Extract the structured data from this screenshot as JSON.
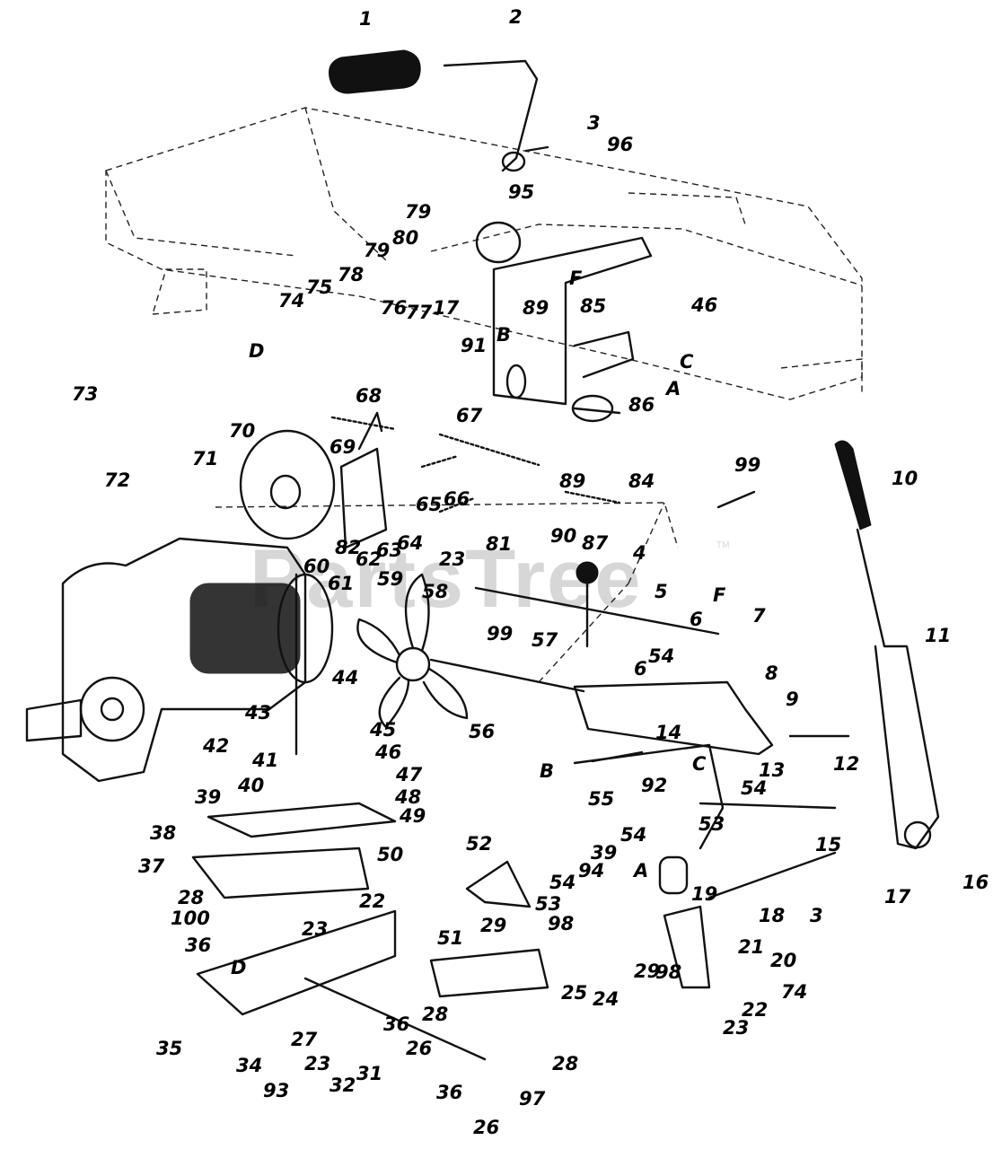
{
  "watermark": {
    "text": "PartsTree",
    "trademark": "TM"
  },
  "callouts": [
    {
      "id": "c1",
      "text": "1"
    },
    {
      "id": "c2",
      "text": "2"
    },
    {
      "id": "c3a",
      "text": "3"
    },
    {
      "id": "c96",
      "text": "96"
    },
    {
      "id": "c79a",
      "text": "79"
    },
    {
      "id": "c80",
      "text": "80"
    },
    {
      "id": "c79b",
      "text": "79"
    },
    {
      "id": "c78",
      "text": "78"
    },
    {
      "id": "c95",
      "text": "95"
    },
    {
      "id": "c46a",
      "text": "46"
    },
    {
      "id": "c74a",
      "text": "74"
    },
    {
      "id": "c75",
      "text": "75"
    },
    {
      "id": "cDa",
      "text": "D"
    },
    {
      "id": "c76",
      "text": "76"
    },
    {
      "id": "c77",
      "text": "77"
    },
    {
      "id": "c17a",
      "text": "17"
    },
    {
      "id": "cBa",
      "text": "B"
    },
    {
      "id": "c89a",
      "text": "89"
    },
    {
      "id": "c85",
      "text": "85"
    },
    {
      "id": "c91",
      "text": "91"
    },
    {
      "id": "cCa",
      "text": "C"
    },
    {
      "id": "cAa",
      "text": "A"
    },
    {
      "id": "c86",
      "text": "86"
    },
    {
      "id": "cFa",
      "text": "F"
    },
    {
      "id": "c73",
      "text": "73"
    },
    {
      "id": "c68",
      "text": "68"
    },
    {
      "id": "c67",
      "text": "67"
    },
    {
      "id": "c84",
      "text": "84"
    },
    {
      "id": "c70",
      "text": "70"
    },
    {
      "id": "c69",
      "text": "69"
    },
    {
      "id": "c71",
      "text": "71"
    },
    {
      "id": "c72",
      "text": "72"
    },
    {
      "id": "c99a",
      "text": "99"
    },
    {
      "id": "c10",
      "text": "10"
    },
    {
      "id": "c65",
      "text": "65"
    },
    {
      "id": "c66",
      "text": "66"
    },
    {
      "id": "c89b",
      "text": "89"
    },
    {
      "id": "c90",
      "text": "90"
    },
    {
      "id": "c87",
      "text": "87"
    },
    {
      "id": "c82",
      "text": "82"
    },
    {
      "id": "c62",
      "text": "62"
    },
    {
      "id": "c63",
      "text": "63"
    },
    {
      "id": "c64",
      "text": "64"
    },
    {
      "id": "c23a",
      "text": "23"
    },
    {
      "id": "c81",
      "text": "81"
    },
    {
      "id": "c4",
      "text": "4"
    },
    {
      "id": "c60",
      "text": "60"
    },
    {
      "id": "c61",
      "text": "61"
    },
    {
      "id": "c59",
      "text": "59"
    },
    {
      "id": "c58",
      "text": "58"
    },
    {
      "id": "c5",
      "text": "5"
    },
    {
      "id": "cFb",
      "text": "F"
    },
    {
      "id": "c99b",
      "text": "99"
    },
    {
      "id": "c57",
      "text": "57"
    },
    {
      "id": "c6a",
      "text": "6"
    },
    {
      "id": "c7",
      "text": "7"
    },
    {
      "id": "c11",
      "text": "11"
    },
    {
      "id": "c54a",
      "text": "54"
    },
    {
      "id": "c6b",
      "text": "6"
    },
    {
      "id": "c8",
      "text": "8"
    },
    {
      "id": "c44",
      "text": "44"
    },
    {
      "id": "c56",
      "text": "56"
    },
    {
      "id": "c9",
      "text": "9"
    },
    {
      "id": "c43",
      "text": "43"
    },
    {
      "id": "c45",
      "text": "45"
    },
    {
      "id": "c14",
      "text": "14"
    },
    {
      "id": "c42",
      "text": "42"
    },
    {
      "id": "c46b",
      "text": "46"
    },
    {
      "id": "c12",
      "text": "12"
    },
    {
      "id": "c41",
      "text": "41"
    },
    {
      "id": "c47",
      "text": "47"
    },
    {
      "id": "cBb",
      "text": "B"
    },
    {
      "id": "cCb",
      "text": "C"
    },
    {
      "id": "c13",
      "text": "13"
    },
    {
      "id": "c40",
      "text": "40"
    },
    {
      "id": "c39a",
      "text": "39"
    },
    {
      "id": "c48",
      "text": "48"
    },
    {
      "id": "c92",
      "text": "92"
    },
    {
      "id": "c55",
      "text": "55"
    },
    {
      "id": "c54b",
      "text": "54"
    },
    {
      "id": "c49",
      "text": "49"
    },
    {
      "id": "c38",
      "text": "38"
    },
    {
      "id": "c53a",
      "text": "53"
    },
    {
      "id": "c54c",
      "text": "54"
    },
    {
      "id": "c15",
      "text": "15"
    },
    {
      "id": "c50",
      "text": "50"
    },
    {
      "id": "c52",
      "text": "52"
    },
    {
      "id": "c37",
      "text": "37"
    },
    {
      "id": "c39b",
      "text": "39"
    },
    {
      "id": "c94",
      "text": "94"
    },
    {
      "id": "c54d",
      "text": "54"
    },
    {
      "id": "cAb",
      "text": "A"
    },
    {
      "id": "c19",
      "text": "19"
    },
    {
      "id": "c18",
      "text": "18"
    },
    {
      "id": "c3b",
      "text": "3"
    },
    {
      "id": "c17b",
      "text": "17"
    },
    {
      "id": "c16",
      "text": "16"
    },
    {
      "id": "c28a",
      "text": "28"
    },
    {
      "id": "c22a",
      "text": "22"
    },
    {
      "id": "c53b",
      "text": "53"
    },
    {
      "id": "c100",
      "text": "100"
    },
    {
      "id": "c23b",
      "text": "23"
    },
    {
      "id": "c29a",
      "text": "29"
    },
    {
      "id": "c98a",
      "text": "98"
    },
    {
      "id": "c20",
      "text": "20"
    },
    {
      "id": "c36a",
      "text": "36"
    },
    {
      "id": "c51",
      "text": "51"
    },
    {
      "id": "c21",
      "text": "21"
    },
    {
      "id": "c29b",
      "text": "29"
    },
    {
      "id": "c98b",
      "text": "98"
    },
    {
      "id": "c74b",
      "text": "74"
    },
    {
      "id": "cDb",
      "text": "D"
    },
    {
      "id": "c25",
      "text": "25"
    },
    {
      "id": "c24",
      "text": "24"
    },
    {
      "id": "c22b",
      "text": "22"
    },
    {
      "id": "c35",
      "text": "35"
    },
    {
      "id": "c28b",
      "text": "28"
    },
    {
      "id": "c23c",
      "text": "23"
    },
    {
      "id": "c27",
      "text": "27"
    },
    {
      "id": "c36b",
      "text": "36"
    },
    {
      "id": "c26a",
      "text": "26"
    },
    {
      "id": "c34",
      "text": "34"
    },
    {
      "id": "c93",
      "text": "93"
    },
    {
      "id": "c23d",
      "text": "23"
    },
    {
      "id": "c31",
      "text": "31"
    },
    {
      "id": "c28c",
      "text": "28"
    },
    {
      "id": "c32",
      "text": "32"
    },
    {
      "id": "c36c",
      "text": "36"
    },
    {
      "id": "c97",
      "text": "97"
    },
    {
      "id": "c26b",
      "text": "26"
    }
  ]
}
